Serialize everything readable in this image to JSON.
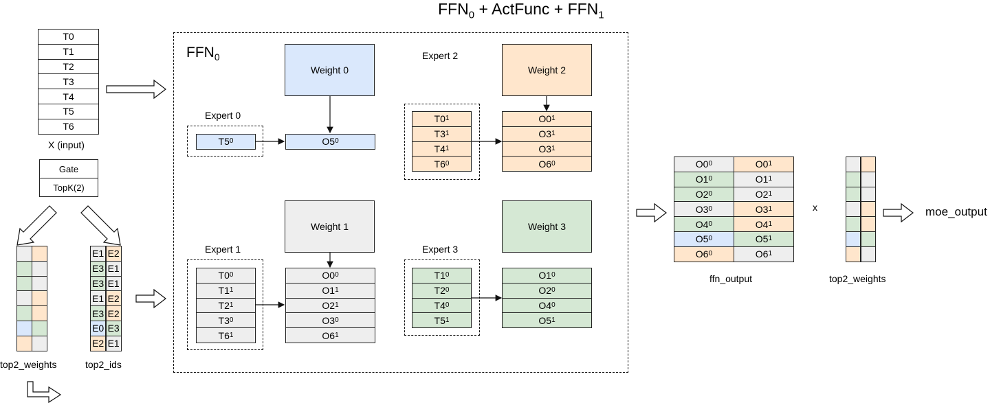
{
  "title": {
    "base": "FFN",
    "sub0": "0",
    "mid": " + ActFunc  + FFN",
    "sub1": "1"
  },
  "ffn_box_label": {
    "base": "FFN",
    "sub": "0"
  },
  "input_tokens": [
    "T0",
    "T1",
    "T2",
    "T3",
    "T4",
    "T5",
    "T6"
  ],
  "input_label": "X (input)",
  "gate_label": "Gate",
  "topk_label": "TopK(2)",
  "left_weights_label": "top2_weights",
  "left_ids_label": "top2_ids",
  "top2_ids": [
    [
      {
        "t": "E1",
        "c": "#eeeeee"
      },
      {
        "t": "E2",
        "c": "#ffe6cc"
      }
    ],
    [
      {
        "t": "E3",
        "c": "#d5e8d4"
      },
      {
        "t": "E1",
        "c": "#eeeeee"
      }
    ],
    [
      {
        "t": "E3",
        "c": "#d5e8d4"
      },
      {
        "t": "E1",
        "c": "#eeeeee"
      }
    ],
    [
      {
        "t": "E1",
        "c": "#eeeeee"
      },
      {
        "t": "E2",
        "c": "#ffe6cc"
      }
    ],
    [
      {
        "t": "E3",
        "c": "#d5e8d4"
      },
      {
        "t": "E2",
        "c": "#ffe6cc"
      }
    ],
    [
      {
        "t": "E0",
        "c": "#dae8fc"
      },
      {
        "t": "E3",
        "c": "#d5e8d4"
      }
    ],
    [
      {
        "t": "E2",
        "c": "#ffe6cc"
      },
      {
        "t": "E1",
        "c": "#eeeeee"
      }
    ]
  ],
  "top2_weight_colors": [
    [
      "#eeeeee",
      "#ffe6cc"
    ],
    [
      "#d5e8d4",
      "#eeeeee"
    ],
    [
      "#d5e8d4",
      "#eeeeee"
    ],
    [
      "#eeeeee",
      "#ffe6cc"
    ],
    [
      "#d5e8d4",
      "#ffe6cc"
    ],
    [
      "#dae8fc",
      "#d5e8d4"
    ],
    [
      "#ffe6cc",
      "#eeeeee"
    ]
  ],
  "experts": {
    "e0": {
      "name": "Expert 0",
      "weight": "Weight 0",
      "tokens": [
        {
          "b": "T5",
          "s": "0"
        }
      ],
      "outputs": [
        {
          "b": "O5",
          "s": "0"
        }
      ]
    },
    "e1": {
      "name": "Expert 1",
      "weight": "Weight 1",
      "tokens": [
        {
          "b": "T0",
          "s": "0"
        },
        {
          "b": "T1",
          "s": "1"
        },
        {
          "b": "T2",
          "s": "1"
        },
        {
          "b": "T3",
          "s": "0"
        },
        {
          "b": "T6",
          "s": "1"
        }
      ],
      "outputs": [
        {
          "b": "O0",
          "s": "0"
        },
        {
          "b": "O1",
          "s": "1"
        },
        {
          "b": "O2",
          "s": "1"
        },
        {
          "b": "O3",
          "s": "0"
        },
        {
          "b": "O6",
          "s": "1"
        }
      ]
    },
    "e2": {
      "name": "Expert 2",
      "weight": "Weight 2",
      "tokens": [
        {
          "b": "T0",
          "s": "1"
        },
        {
          "b": "T3",
          "s": "1"
        },
        {
          "b": "T4",
          "s": "1"
        },
        {
          "b": "T6",
          "s": "0"
        }
      ],
      "outputs": [
        {
          "b": "O0",
          "s": "1"
        },
        {
          "b": "O3",
          "s": "1"
        },
        {
          "b": "O3",
          "s": "1"
        },
        {
          "b": "O6",
          "s": "0"
        }
      ]
    },
    "e3": {
      "name": "Expert 3",
      "weight": "Weight 3",
      "tokens": [
        {
          "b": "T1",
          "s": "0"
        },
        {
          "b": "T2",
          "s": "0"
        },
        {
          "b": "T4",
          "s": "0"
        },
        {
          "b": "T5",
          "s": "1"
        }
      ],
      "outputs": [
        {
          "b": "O1",
          "s": "0"
        },
        {
          "b": "O2",
          "s": "0"
        },
        {
          "b": "O4",
          "s": "0"
        },
        {
          "b": "O5",
          "s": "1"
        }
      ]
    }
  },
  "ffn_output": [
    [
      {
        "b": "O0",
        "s": "0",
        "c": "#eeeeee"
      },
      {
        "b": "O0",
        "s": "1",
        "c": "#ffe6cc"
      }
    ],
    [
      {
        "b": "O1",
        "s": "0",
        "c": "#d5e8d4"
      },
      {
        "b": "O1",
        "s": "1",
        "c": "#eeeeee"
      }
    ],
    [
      {
        "b": "O2",
        "s": "0",
        "c": "#d5e8d4"
      },
      {
        "b": "O2",
        "s": "1",
        "c": "#eeeeee"
      }
    ],
    [
      {
        "b": "O3",
        "s": "0",
        "c": "#eeeeee"
      },
      {
        "b": "O3",
        "s": "1",
        "c": "#ffe6cc"
      }
    ],
    [
      {
        "b": "O4",
        "s": "0",
        "c": "#d5e8d4"
      },
      {
        "b": "O4",
        "s": "1",
        "c": "#ffe6cc"
      }
    ],
    [
      {
        "b": "O5",
        "s": "0",
        "c": "#dae8fc"
      },
      {
        "b": "O5",
        "s": "1",
        "c": "#d5e8d4"
      }
    ],
    [
      {
        "b": "O6",
        "s": "0",
        "c": "#ffe6cc"
      },
      {
        "b": "O6",
        "s": "1",
        "c": "#eeeeee"
      }
    ]
  ],
  "ffn_output_label": "ffn_output",
  "times_label": "x",
  "right_weights_label": "top2_weights",
  "moe_output_label": "moe_output"
}
